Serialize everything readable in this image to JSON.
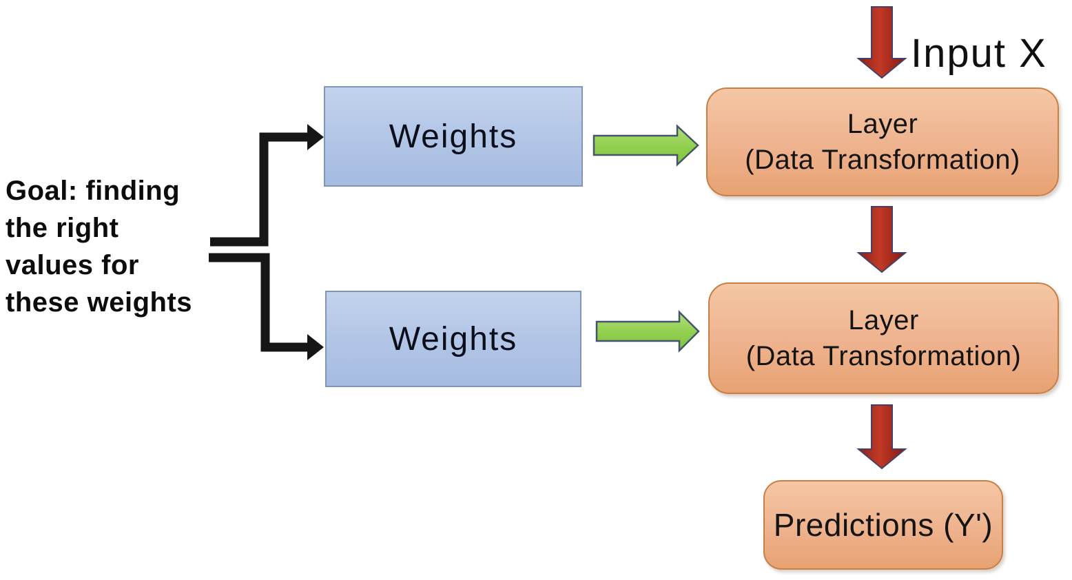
{
  "diagram": {
    "goal_note": {
      "lines": [
        "Goal: finding",
        "the right",
        "values for",
        "these weights"
      ]
    },
    "input_label": "Input X",
    "weights_boxes": [
      {
        "label": "Weights"
      },
      {
        "label": "Weights"
      }
    ],
    "layer_boxes": [
      {
        "title": "Layer",
        "subtitle": "(Data Transformation)"
      },
      {
        "title": "Layer",
        "subtitle": "(Data Transformation)"
      }
    ],
    "predictions_box": {
      "label": "Predictions (Y')"
    },
    "colors": {
      "background": "#ffffff",
      "text": "#0c0c0c",
      "weights_box_fill": "#b4c7e7",
      "weights_box_border": "#8096b4",
      "layer_box_fill_top": "#f5c7a4",
      "layer_box_fill_bottom": "#e8a272",
      "layer_box_border": "#c77f46",
      "green_arrow_fill": "#92d050",
      "green_arrow_border": "#44546a",
      "red_arrow_fill": "#b02c1e",
      "red_arrow_border": "#45406a",
      "black_arrow": "#161616"
    }
  }
}
